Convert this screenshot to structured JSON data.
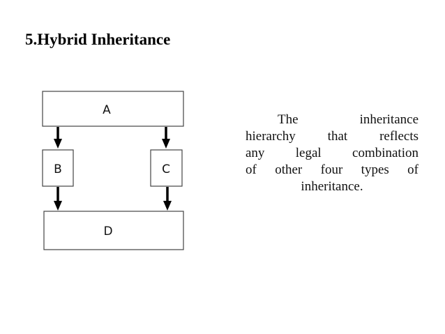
{
  "slide": {
    "title": "5.Hybrid Inheritance"
  },
  "diagram": {
    "nodes": {
      "a": "A",
      "b": "B",
      "c": "C",
      "d": "D"
    },
    "edges": [
      {
        "from": "A",
        "to": "B"
      },
      {
        "from": "A",
        "to": "C"
      },
      {
        "from": "B",
        "to": "D"
      },
      {
        "from": "C",
        "to": "D"
      }
    ]
  },
  "description": {
    "lines": [
      "The inheritance",
      "hierarchy that reflects",
      "any legal combination",
      "of other four types of",
      "inheritance."
    ]
  }
}
